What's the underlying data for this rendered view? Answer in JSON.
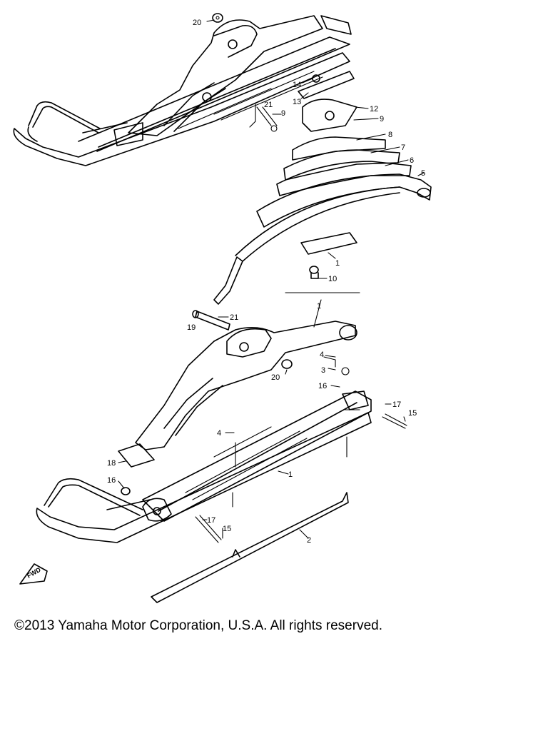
{
  "callouts": {
    "c1a": "1",
    "c1b": "1",
    "c1c": "1",
    "c2": "2",
    "c3": "3",
    "c4a": "4",
    "c4b": "4",
    "c5": "5",
    "c6": "6",
    "c7": "7",
    "c8": "8",
    "c9a": "9",
    "c9b": "9",
    "c10": "10",
    "c12": "12",
    "c13": "13",
    "c14": "14",
    "c15a": "15",
    "c15b": "15",
    "c16a": "16",
    "c16b": "16",
    "c17a": "17",
    "c17b": "17",
    "c18": "18",
    "c19": "19",
    "c20a": "20",
    "c20b": "20",
    "c21a": "21",
    "c21b": "21"
  },
  "fwd_label": "FWD",
  "copyright": "©2013 Yamaha Motor Corporation, U.S.A. All rights reserved."
}
